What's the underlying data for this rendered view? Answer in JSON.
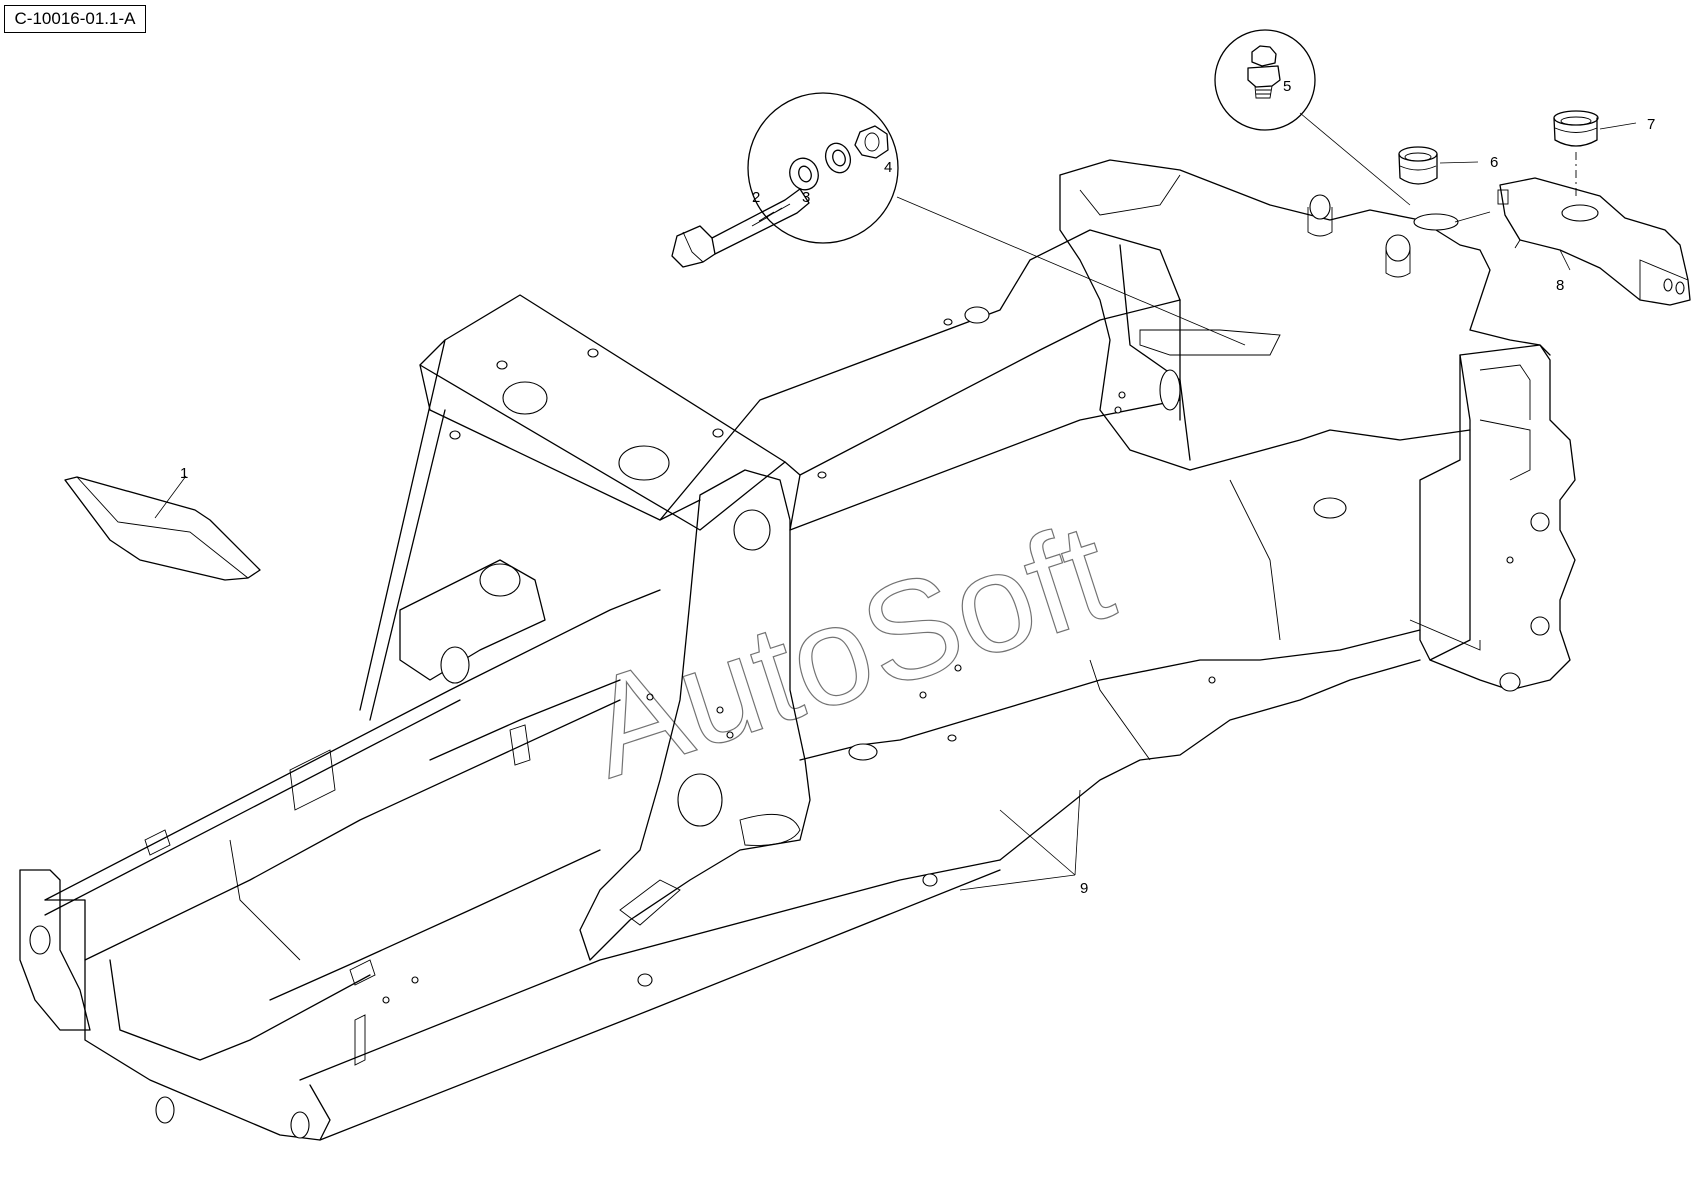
{
  "drawing_code": "C-10016-01.1-A",
  "watermark": "AutoSoft",
  "callouts": [
    {
      "id": "1",
      "label": "1"
    },
    {
      "id": "2",
      "label": "2"
    },
    {
      "id": "3",
      "label": "3"
    },
    {
      "id": "4",
      "label": "4"
    },
    {
      "id": "5",
      "label": "5"
    },
    {
      "id": "6",
      "label": "6"
    },
    {
      "id": "7",
      "label": "7"
    },
    {
      "id": "8",
      "label": "8"
    },
    {
      "id": "9",
      "label": "9"
    }
  ]
}
